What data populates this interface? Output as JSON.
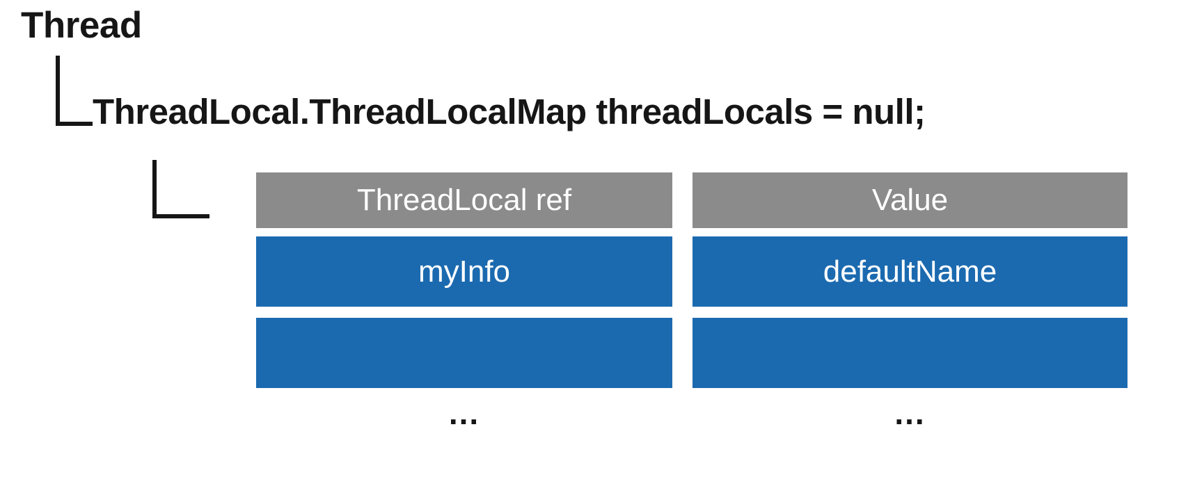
{
  "diagram": {
    "title": "Thread",
    "tree": {
      "root_label": "Thread",
      "field_label": "ThreadLocal.ThreadLocalMap threadLocals = null;"
    },
    "connectors": [
      {
        "name": "thread-to-field",
        "style": "elbow"
      },
      {
        "name": "field-to-map",
        "style": "elbow"
      }
    ],
    "map_table": {
      "columns": [
        {
          "header": "ThreadLocal ref",
          "rows": [
            "myInfo",
            ""
          ],
          "ellipsis": "..."
        },
        {
          "header": "Value",
          "rows": [
            "defaultName",
            ""
          ],
          "ellipsis": "..."
        }
      ]
    },
    "colors": {
      "header_gray": "#8b8b8b",
      "entry_blue": "#1b6ab0",
      "text_dark": "#161616",
      "text_light": "#ffffff",
      "background": "#ffffff"
    }
  }
}
